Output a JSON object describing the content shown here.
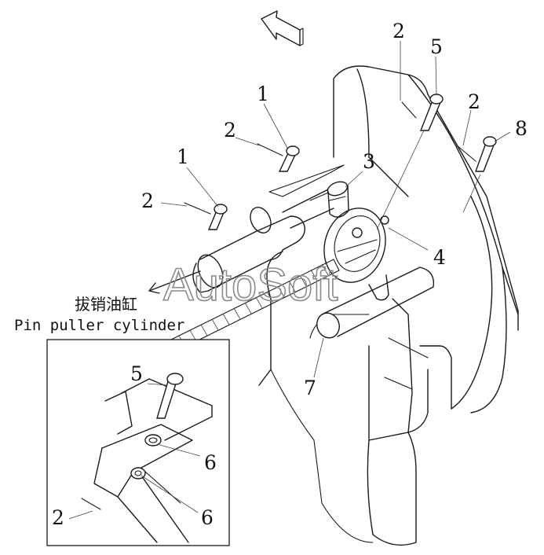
{
  "labels": {
    "l1a": "1",
    "l1b": "1",
    "l2a": "2",
    "l2b": "2",
    "l2c": "2",
    "l2d": "2",
    "l2e": "2",
    "l3": "3",
    "l4": "4",
    "l5a": "5",
    "l5b": "5",
    "l6a": "6",
    "l6b": "6",
    "l7": "7",
    "l8": "8"
  },
  "caption": {
    "chinese": "拔销油缸",
    "english": "Pin puller cylinder"
  },
  "watermark": "AutoSoft"
}
